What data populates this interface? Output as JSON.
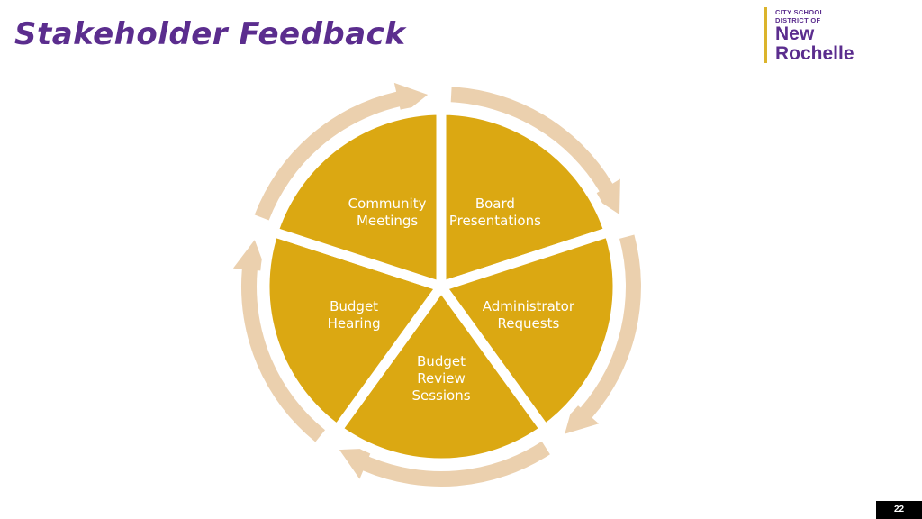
{
  "slide": {
    "title": "Stakeholder Feedback",
    "page_number": "22"
  },
  "logo": {
    "line1": "CITY SCHOOL",
    "line2": "DISTRICT OF",
    "line3": "New",
    "line4": "Rochelle"
  },
  "colors": {
    "title": "#5b2d8e",
    "segment_fill": "#dba812",
    "arrow_fill": "#ebd0ae",
    "logo_bar": "#dbb42c",
    "background": "#ffffff"
  },
  "cycle": {
    "segments": [
      {
        "label_lines": [
          "Board",
          "Presentations"
        ]
      },
      {
        "label_lines": [
          "Administrator",
          "Requests"
        ]
      },
      {
        "label_lines": [
          "Budget",
          "Review",
          "Sessions"
        ]
      },
      {
        "label_lines": [
          "Budget",
          "Hearing"
        ]
      },
      {
        "label_lines": [
          "Community",
          "Meetings"
        ]
      }
    ]
  }
}
